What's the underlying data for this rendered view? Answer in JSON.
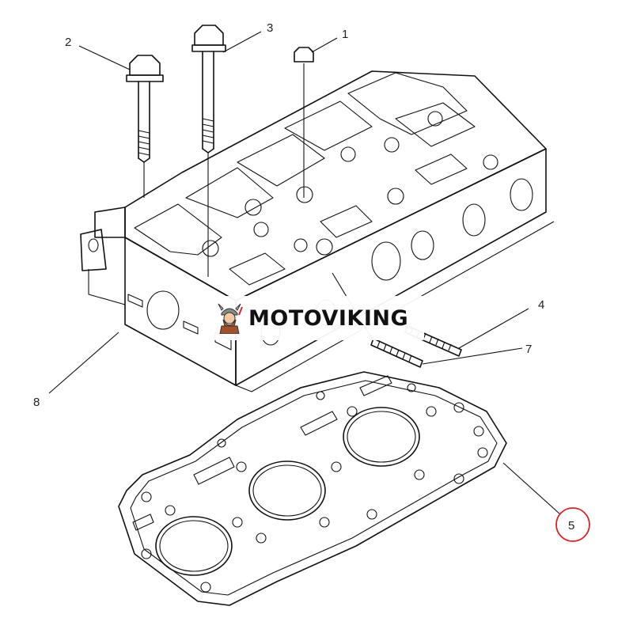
{
  "callouts": [
    {
      "number": "1"
    },
    {
      "number": "2"
    },
    {
      "number": "3"
    },
    {
      "number": "4"
    },
    {
      "number": "5",
      "highlight_color": "#d9232a"
    },
    {
      "number": "7"
    },
    {
      "number": "8"
    }
  ],
  "watermark": {
    "text": "MOTOVIKING",
    "logo_icon": "viking-mascot-icon"
  },
  "colors": {
    "line": "#111111",
    "highlight": "#d9232a",
    "background": "#ffffff"
  }
}
